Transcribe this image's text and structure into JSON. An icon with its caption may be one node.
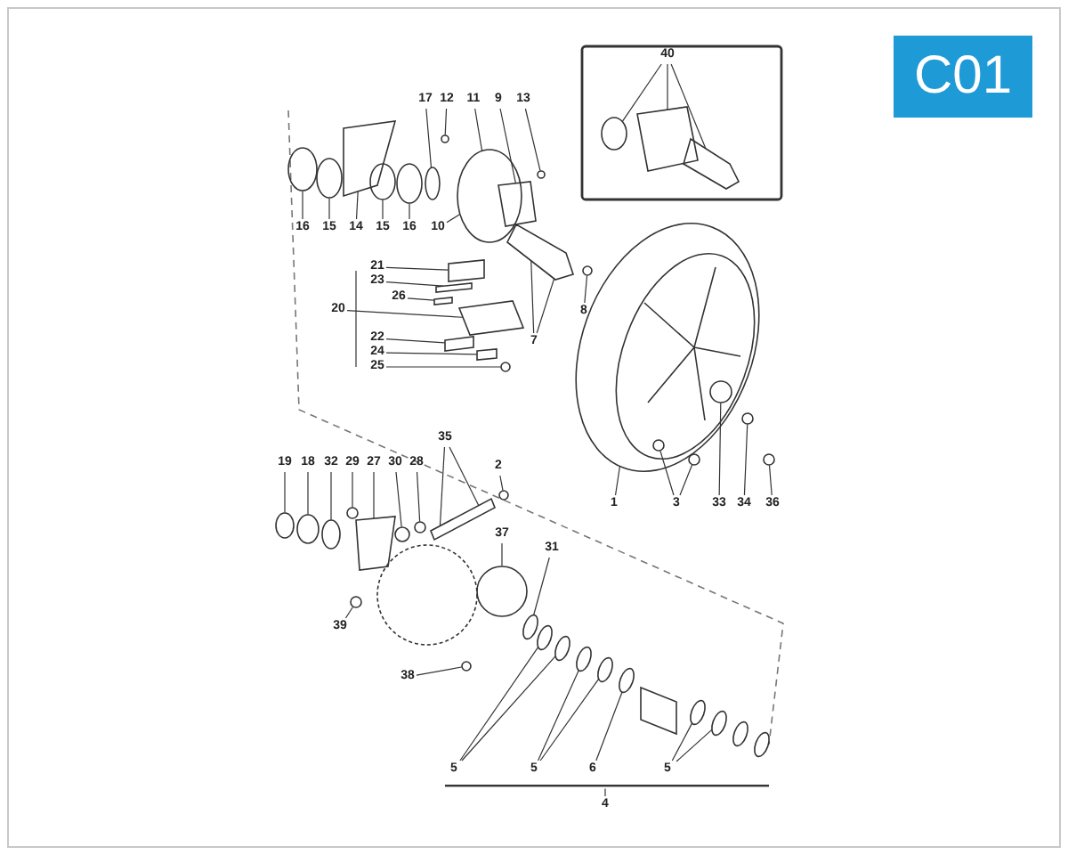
{
  "diagram": {
    "nodes": [
      {
        "text": [
          "40"
        ]
      },
      {
        "text": [
          "17"
        ]
      },
      {
        "text": [
          "12"
        ]
      },
      {
        "text": [
          "11"
        ]
      },
      {
        "text": [
          "9"
        ]
      },
      {
        "text": [
          "13"
        ]
      },
      {
        "text": [
          "16"
        ]
      },
      {
        "text": [
          "15"
        ]
      },
      {
        "text": [
          "14"
        ]
      },
      {
        "text": [
          "15"
        ]
      },
      {
        "text": [
          "16"
        ]
      },
      {
        "text": [
          "10"
        ]
      },
      {
        "text": [
          "21"
        ]
      },
      {
        "text": [
          "23"
        ]
      },
      {
        "text": [
          "26"
        ]
      },
      {
        "text": [
          "20"
        ]
      },
      {
        "text": [
          "8"
        ]
      },
      {
        "text": [
          "7"
        ]
      },
      {
        "text": [
          "22"
        ]
      },
      {
        "text": [
          "24"
        ]
      },
      {
        "text": [
          "25"
        ]
      },
      {
        "text": [
          "1"
        ]
      },
      {
        "text": [
          "3"
        ]
      },
      {
        "text": [
          "33"
        ]
      },
      {
        "text": [
          "34"
        ]
      },
      {
        "text": [
          "36"
        ]
      },
      {
        "text": [
          "35"
        ]
      },
      {
        "text": [
          "19"
        ]
      },
      {
        "text": [
          "18"
        ]
      },
      {
        "text": [
          "32"
        ]
      },
      {
        "text": [
          "29"
        ]
      },
      {
        "text": [
          "27"
        ]
      },
      {
        "text": [
          "30"
        ]
      },
      {
        "text": [
          "28"
        ]
      },
      {
        "text": [
          "2"
        ]
      },
      {
        "text": [
          "37"
        ]
      },
      {
        "text": [
          "31"
        ]
      },
      {
        "text": [
          "39"
        ]
      },
      {
        "text": [
          "38"
        ]
      },
      {
        "text": [
          "5"
        ]
      },
      {
        "text": [
          "5"
        ]
      },
      {
        "text": [
          "6"
        ]
      },
      {
        "text": [
          "5"
        ]
      },
      {
        "text": [
          "4"
        ]
      },
      {
        "text": [],
        "shape": "circle"
      },
      {
        "text": [],
        "shape": "box"
      },
      {
        "text": [],
        "shape": "box"
      },
      {
        "text": [],
        "shape": "circle"
      },
      {
        "text": [],
        "shape": "circle"
      },
      {
        "text": [],
        "shape": "box"
      },
      {
        "text": [],
        "shape": "circle"
      },
      {
        "text": [],
        "shape": "circle"
      },
      {
        "text": [],
        "shape": "circle"
      },
      {
        "text": [],
        "shape": "circle"
      },
      {
        "text": [],
        "shape": "circle"
      },
      {
        "text": [],
        "shape": "box"
      },
      {
        "text": [],
        "shape": "circle"
      },
      {
        "text": [],
        "shape": "box"
      },
      {
        "text": [],
        "shape": "box"
      },
      {
        "text": [],
        "shape": "box"
      },
      {
        "text": [],
        "shape": "box"
      },
      {
        "text": [],
        "shape": "box"
      },
      {
        "text": [],
        "shape": "box"
      },
      {
        "text": [],
        "shape": "circle"
      },
      {
        "text": [],
        "shape": "box"
      },
      {
        "text": [],
        "shape": "circle"
      },
      {
        "text": [],
        "shape": "picture"
      },
      {
        "text": [],
        "shape": "circle",
        "in": 66
      },
      {
        "text": [],
        "shape": "circle",
        "in": 66
      },
      {
        "text": [],
        "shape": "circle",
        "in": 66
      },
      {
        "text": [],
        "shape": "circle",
        "in": 66
      },
      {
        "text": [],
        "shape": "circle"
      },
      {
        "text": [],
        "shape": "circle"
      },
      {
        "text": [],
        "shape": "circle"
      },
      {
        "text": [],
        "shape": "circle"
      },
      {
        "text": [],
        "shape": "circle"
      },
      {
        "text": [],
        "shape": "box"
      },
      {
        "text": [],
        "shape": "circle"
      },
      {
        "text": [],
        "shape": "circle"
      },
      {
        "text": [],
        "shape": "box"
      },
      {
        "text": [],
        "shape": "circle"
      },
      {
        "text": [],
        "shape": "circle"
      },
      {
        "text": [],
        "shape": "circle"
      },
      {
        "text": [],
        "shape": "circle"
      },
      {
        "text": [],
        "shape": "circle"
      },
      {
        "text": [],
        "shape": "circle"
      },
      {
        "text": [],
        "shape": "circle"
      },
      {
        "text": [],
        "shape": "circle"
      },
      {
        "text": [],
        "shape": "circle"
      },
      {
        "text": [],
        "shape": "circle"
      },
      {
        "text": [],
        "shape": "circle"
      },
      {
        "text": [],
        "shape": "circle"
      },
      {
        "text": [],
        "shape": "bar"
      }
    ],
    "edges": [
      {
        "from": 0,
        "to": 44,
        "arrow": "none"
      },
      {
        "from": 0,
        "to": 45,
        "arrow": "none"
      },
      {
        "from": 0,
        "to": 46,
        "arrow": "none"
      },
      {
        "from": 1,
        "to": 52,
        "arrow": "none"
      },
      {
        "from": 2,
        "to": 53,
        "arrow": "none"
      },
      {
        "from": 3,
        "to": 54,
        "arrow": "none"
      },
      {
        "from": 4,
        "to": 55,
        "arrow": "none"
      },
      {
        "from": 5,
        "to": 56,
        "arrow": "none"
      },
      {
        "from": 6,
        "to": 47,
        "arrow": "none"
      },
      {
        "from": 7,
        "to": 48,
        "arrow": "none"
      },
      {
        "from": 8,
        "to": 49,
        "arrow": "none"
      },
      {
        "from": 9,
        "to": 50,
        "arrow": "none"
      },
      {
        "from": 10,
        "to": 51,
        "arrow": "none"
      },
      {
        "from": 11,
        "to": 54,
        "arrow": "none"
      },
      {
        "from": 12,
        "to": 57,
        "arrow": "none"
      },
      {
        "from": 13,
        "to": 58,
        "arrow": "none"
      },
      {
        "from": 14,
        "to": 59,
        "arrow": "none"
      },
      {
        "from": 15,
        "to": 60,
        "arrow": "none"
      },
      {
        "from": 16,
        "to": 65,
        "arrow": "none"
      },
      {
        "from": 17,
        "to": 64,
        "arrow": "none"
      },
      {
        "from": 17,
        "to": 64,
        "arrow": "none"
      },
      {
        "from": 18,
        "to": 61,
        "arrow": "none"
      },
      {
        "from": 19,
        "to": 62,
        "arrow": "none"
      },
      {
        "from": 20,
        "to": 63,
        "arrow": "none"
      },
      {
        "from": 21,
        "to": 66,
        "arrow": "none"
      },
      {
        "from": 22,
        "to": 67,
        "arrow": "none"
      },
      {
        "from": 22,
        "to": 68,
        "arrow": "none"
      },
      {
        "from": 23,
        "to": 69,
        "arrow": "none"
      },
      {
        "from": 24,
        "to": 70,
        "arrow": "none"
      },
      {
        "from": 25,
        "to": 71,
        "arrow": "none"
      },
      {
        "from": 26,
        "to": 79,
        "arrow": "none"
      },
      {
        "from": 26,
        "to": 79,
        "arrow": "none"
      },
      {
        "from": 27,
        "to": 72,
        "arrow": "none"
      },
      {
        "from": 28,
        "to": 73,
        "arrow": "none"
      },
      {
        "from": 29,
        "to": 74,
        "arrow": "none"
      },
      {
        "from": 30,
        "to": 75,
        "arrow": "none"
      },
      {
        "from": 31,
        "to": 76,
        "arrow": "none"
      },
      {
        "from": 32,
        "to": 77,
        "arrow": "none"
      },
      {
        "from": 33,
        "to": 78,
        "arrow": "none"
      },
      {
        "from": 34,
        "to": 80,
        "arrow": "none"
      },
      {
        "from": 35,
        "to": 81,
        "arrow": "none"
      },
      {
        "from": 36,
        "to": 82,
        "arrow": "none"
      },
      {
        "from": 37,
        "to": 83,
        "arrow": "none"
      },
      {
        "from": 38,
        "to": 84,
        "arrow": "none"
      },
      {
        "from": 39,
        "to": 85,
        "arrow": "none"
      },
      {
        "from": 39,
        "to": 86,
        "arrow": "none"
      },
      {
        "from": 40,
        "to": 87,
        "arrow": "none"
      },
      {
        "from": 40,
        "to": 88,
        "arrow": "none"
      },
      {
        "from": 41,
        "to": 89,
        "arrow": "none"
      },
      {
        "from": 42,
        "to": 90,
        "arrow": "none"
      },
      {
        "from": 42,
        "to": 91,
        "arrow": "none"
      },
      {
        "from": 43,
        "to": 92,
        "arrow": "none"
      }
    ],
    "labels": [
      "C01"
    ]
  }
}
